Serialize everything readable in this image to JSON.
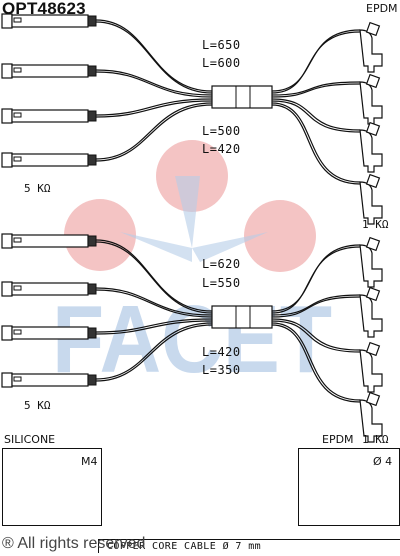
{
  "title": "OPT48623",
  "insulation_top": "EPDM",
  "resistance_left": "5 KΩ",
  "resistance_right": "1 KΩ",
  "set1": {
    "len_a": "L=650",
    "len_b": "L=600",
    "len_c": "L=500",
    "len_d": "L=420"
  },
  "set2": {
    "len_a": "L=620",
    "len_b": "L=550",
    "len_c": "L=420",
    "len_d": "L=350"
  },
  "bottom": {
    "left_label": "SILICONE",
    "plug_thread": "M4",
    "right_label": "EPDM",
    "right_resistance": "1 KΩ",
    "diameter": "Ø 4",
    "cable": "COPPER CORE CABLE  Ø  7  mm"
  },
  "footer": "® All rights reserved",
  "watermark": "FACET",
  "colors": {
    "watermark_blue": "#a9c4e3",
    "watermark_red": "#f2b8b8",
    "line": "#111111"
  }
}
